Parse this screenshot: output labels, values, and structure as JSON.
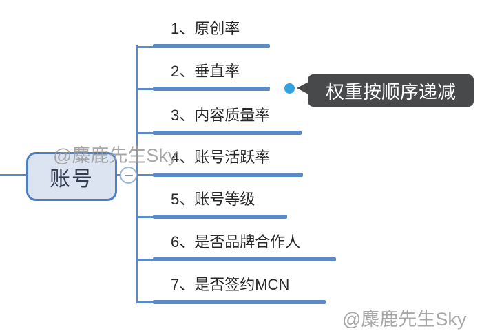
{
  "diagram": {
    "root": {
      "label": "账号"
    },
    "collapse_button": {
      "state": "expanded",
      "symbol": "−"
    },
    "branches": [
      {
        "label": "1、原创率"
      },
      {
        "label": "2、垂直率"
      },
      {
        "label": "3、内容质量率"
      },
      {
        "label": "4、账号活跃率"
      },
      {
        "label": "5、账号等级"
      },
      {
        "label": "6、是否品牌合作人"
      },
      {
        "label": "7、是否签约MCN"
      }
    ],
    "callout": {
      "text": "权重按顺序递减",
      "attached_to": "2、垂直率"
    }
  },
  "watermarks": {
    "center": "@麋鹿先生Sky",
    "bottom_right": "@麋鹿先生Sky"
  },
  "colors": {
    "branch_blue": "#5b8ac6",
    "node_fill": "#dce4f2",
    "node_border": "#4d7ec0",
    "node_text": "#303c4e",
    "callout_bg": "#48494b",
    "callout_text": "#ffffff",
    "anchor_dot": "#30a2e0",
    "branch_text": "#282828",
    "watermark_gray": "#9c9c9c",
    "background": "#ffffff"
  }
}
